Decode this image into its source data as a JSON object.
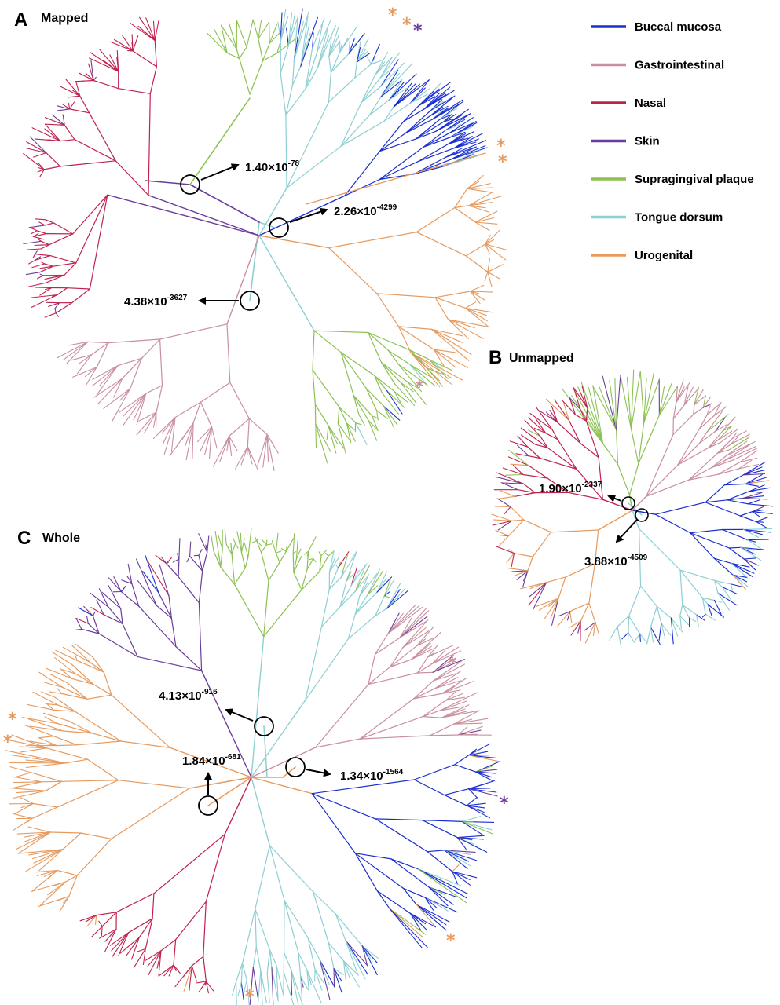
{
  "colors": {
    "buccal": "#1a2fd0",
    "gastro": "#c98f9f",
    "nasal": "#c0224e",
    "skin": "#6a3d9a",
    "supra": "#8cc152",
    "tongue": "#8ecfd2",
    "uro": "#e69a5e"
  },
  "legend": [
    {
      "label": "Buccal mucosa",
      "color": "#1a2fd0"
    },
    {
      "label": "Gastrointestinal",
      "color": "#c98f9f"
    },
    {
      "label": "Nasal",
      "color": "#c0224e"
    },
    {
      "label": "Skin",
      "color": "#6a3d9a"
    },
    {
      "label": "Supragingival plaque",
      "color": "#8cc152"
    },
    {
      "label": "Tongue dorsum",
      "color": "#8ecfd2"
    },
    {
      "label": "Urogenital",
      "color": "#e69a5e"
    }
  ],
  "panels": {
    "A": {
      "letter": "A",
      "title": "Mapped",
      "pvalues": [
        {
          "base": "1.40×10",
          "exp": "-78"
        },
        {
          "base": "2.26×10",
          "exp": "-4299"
        },
        {
          "base": "4.38×10",
          "exp": "-3627"
        }
      ]
    },
    "B": {
      "letter": "B",
      "title": "Unmapped",
      "pvalues": [
        {
          "base": "1.90×10",
          "exp": "-2337"
        },
        {
          "base": "3.88×10",
          "exp": "-4509"
        }
      ]
    },
    "C": {
      "letter": "C",
      "title": "Whole",
      "pvalues": [
        {
          "base": "4.13×10",
          "exp": "-916"
        },
        {
          "base": "1.84×10",
          "exp": "-681"
        },
        {
          "base": "1.34×10",
          "exp": "-1564"
        }
      ]
    }
  },
  "star_glyph": "*"
}
